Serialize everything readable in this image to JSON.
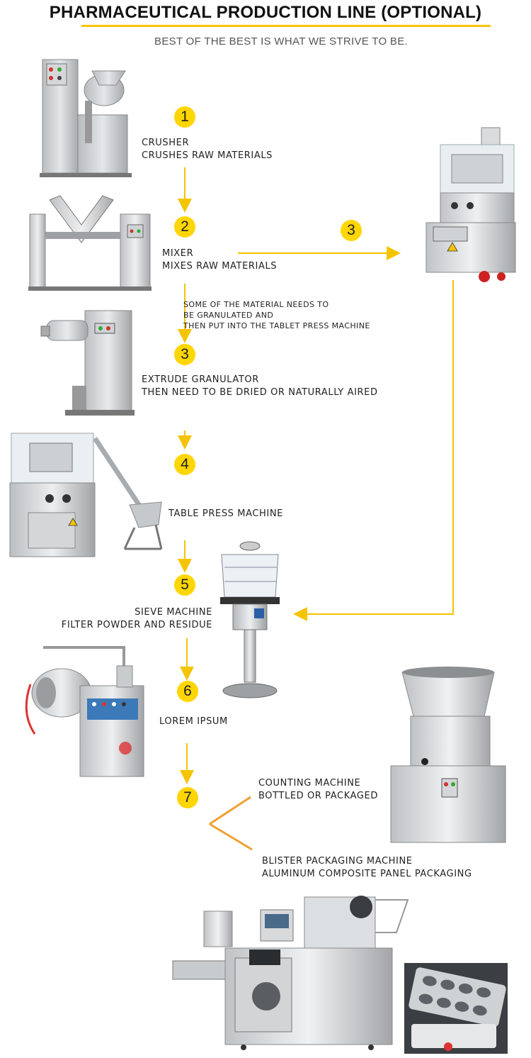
{
  "header": {
    "title": "PHARMACEUTICAL PRODUCTION LINE (OPTIONAL)",
    "subtitle": "BEST OF THE BEST IS WHAT WE STRIVE TO BE."
  },
  "colors": {
    "accent": "#ffd600",
    "arrow": "#f5c400",
    "branch": "#f0a030",
    "steel": "#c9ccce"
  },
  "steps": [
    {
      "number": "1",
      "line1": "CRUSHER",
      "line2": "CRUSHES RAW MATERIALS"
    },
    {
      "number": "2",
      "line1": "MIXER",
      "line2": "MIXES RAW MATERIALS"
    },
    {
      "number": "3",
      "line1": "EXTRUDE GRANULATOR",
      "line2": "THEN NEED TO BE DRIED OR NATURALLY AIRED"
    },
    {
      "number": "4",
      "line1": "TABLE PRESS MACHINE"
    },
    {
      "number": "5",
      "line1": "SIEVE MACHINE",
      "line2": "FILTER POWDER AND RESIDUE"
    },
    {
      "number": "6",
      "line1": "LOREM IPSUM"
    },
    {
      "number": "7"
    }
  ],
  "branch_step": {
    "number": "3"
  },
  "note": {
    "line1": "SOME OF THE MATERIAL NEEDS TO",
    "line2": "BE GRANULATED AND",
    "line3": "THEN PUT INTO THE TABLET PRESS MACHINE"
  },
  "outputs": {
    "counting_line1": "COUNTING MACHINE",
    "counting_line2": "BOTTLED OR PACKAGED",
    "blister_line1": "BLISTER PACKAGING MACHINE",
    "blister_line2": "ALUMINUM COMPOSITE PANEL PACKAGING"
  }
}
